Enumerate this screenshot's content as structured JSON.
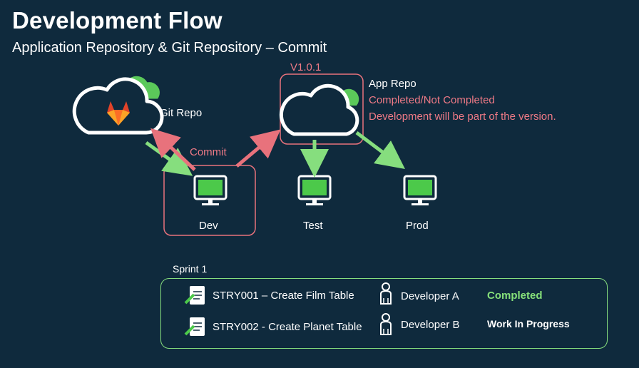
{
  "title": "Development Flow",
  "subtitle": "Application Repository & Git Repository – Commit",
  "git_repo": {
    "label": "Git Repo"
  },
  "version": "V1.0.1",
  "app_repo": {
    "label": "App Repo",
    "note_1": "Completed/Not Completed",
    "note_2": "Development will be part of the version."
  },
  "commit_label": "Commit",
  "environments": [
    {
      "name": "Dev"
    },
    {
      "name": "Test"
    },
    {
      "name": "Prod"
    }
  ],
  "sprint": {
    "label": "Sprint 1",
    "stories": [
      {
        "id_title": "STRY001 – Create Film Table",
        "developer": "Developer A",
        "status": "Completed"
      },
      {
        "id_title": "STRY002 - Create Planet Table",
        "developer": "Developer B",
        "status": "Work In Progress"
      }
    ]
  },
  "colors": {
    "background": "#0f2a3d",
    "cloud_green": "#5bc95a",
    "arrow_pink": "#e8727c",
    "arrow_green": "#86de7e",
    "monitor_green": "#4cc94a"
  },
  "icons": [
    "cloud-icon",
    "gitlab-logo-icon",
    "monitor-icon",
    "document-pencil-icon",
    "developer-icon"
  ]
}
